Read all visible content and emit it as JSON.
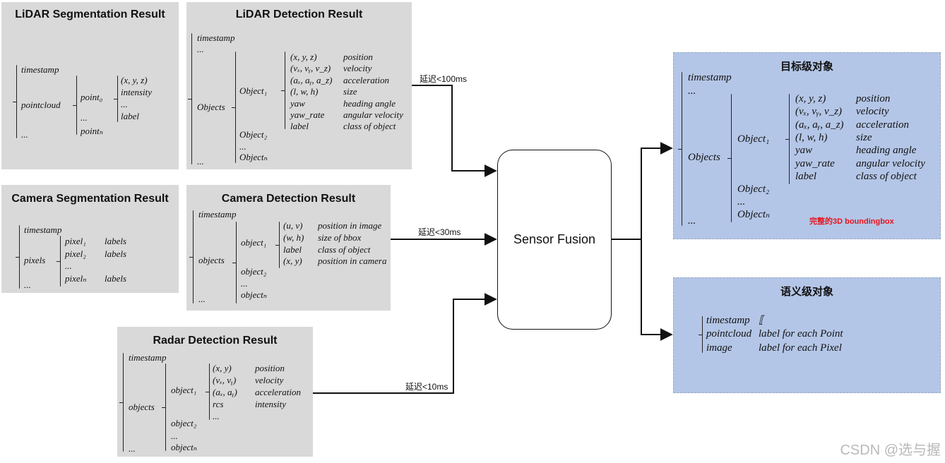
{
  "lidar_seg": {
    "title": "LiDAR Segmentation Result",
    "timestamp": "timestamp",
    "pointcloud": "pointcloud",
    "point0": "point₀",
    "dots1": "...",
    "pointn": "pointₙ",
    "xyz": "(x, y, z)",
    "intensity": "intensity",
    "dots2": "...",
    "label": "label",
    "end": "..."
  },
  "lidar_det": {
    "title": "LiDAR Detection Result",
    "timestamp": "timestamp",
    "dots_top": "...",
    "objects": "Objects",
    "dots_end": "...",
    "object1": "Object₁",
    "object2": "Object₂",
    "dots_mid": "...",
    "objectn": "Objectₙ",
    "attrs": [
      {
        "k": "(x, y, z)",
        "v": "position"
      },
      {
        "k": "(vₓ, vᵧ, v_z)",
        "v": "velocity"
      },
      {
        "k": "(aₓ, aᵧ, a_z)",
        "v": "acceleration"
      },
      {
        "k": "(l, w, h)",
        "v": "size"
      },
      {
        "k": "yaw",
        "v": "heading angle"
      },
      {
        "k": "yaw_rate",
        "v": "angular velocity"
      },
      {
        "k": "label",
        "v": "class of object"
      }
    ]
  },
  "camera_seg": {
    "title": "Camera Segmentation Result",
    "timestamp": "timestamp",
    "pixels": "pixels",
    "end": "...",
    "rows": [
      {
        "k": "pixel₁",
        "v": "labels"
      },
      {
        "k": "pixel₂",
        "v": "labels"
      },
      {
        "k": "...",
        "v": ""
      },
      {
        "k": "pixelₙ",
        "v": "labels"
      }
    ]
  },
  "camera_det": {
    "title": "Camera Detection Result",
    "timestamp": "timestamp",
    "objects": "objects",
    "end": "...",
    "object1": "object₁",
    "object2": "object₂",
    "dots_mid": "...",
    "objectn": "objectₙ",
    "attrs": [
      {
        "k": "(u, v)",
        "v": "position in image"
      },
      {
        "k": "(w, h)",
        "v": "size of bbox"
      },
      {
        "k": "label",
        "v": "class of object"
      },
      {
        "k": "(x, y)",
        "v": "position in camera"
      }
    ]
  },
  "radar_det": {
    "title": "Radar Detection Result",
    "timestamp": "timestamp",
    "objects": "objects",
    "end": "...",
    "object1": "object₁",
    "object2": "object₂",
    "dots_mid": "...",
    "objectn": "objectₙ",
    "attrs": [
      {
        "k": "(x, y)",
        "v": "position"
      },
      {
        "k": "(vₓ, vᵧ)",
        "v": "velocity"
      },
      {
        "k": "(aₓ, aᵧ)",
        "v": "acceleration"
      },
      {
        "k": "rcs",
        "v": "intensity"
      },
      {
        "k": "...",
        "v": ""
      }
    ]
  },
  "latency": {
    "lidar": "延迟<100ms",
    "camera": "延迟<30ms",
    "radar": "延迟<10ms"
  },
  "fusion_label": "Sensor Fusion",
  "target_obj": {
    "title": "目标级对象",
    "timestamp": "timestamp",
    "dots_top": "...",
    "objects": "Objects",
    "dots_end": "...",
    "object1": "Object₁",
    "object2": "Object₂",
    "dots_mid": "...",
    "objectn": "Objectₙ",
    "note": "完整的3D boundingbox",
    "attrs": [
      {
        "k": "(x, y, z)",
        "v": "position"
      },
      {
        "k": "(vₓ, vᵧ, v_z)",
        "v": "velocity"
      },
      {
        "k": "(aₓ, aᵧ, a_z)",
        "v": "acceleration"
      },
      {
        "k": "(l, w, h)",
        "v": "size"
      },
      {
        "k": "yaw",
        "v": "heading angle"
      },
      {
        "k": "yaw_rate",
        "v": "angular velocity"
      },
      {
        "k": "label",
        "v": "class of object"
      }
    ]
  },
  "semantic_obj": {
    "title": "语义级对象",
    "rows": [
      {
        "k": "timestamp",
        "v": "⟦"
      },
      {
        "k": "pointcloud",
        "v": "label for each Point"
      },
      {
        "k": "image",
        "v": "label for each Pixel"
      }
    ]
  },
  "watermark": "CSDN @选与握"
}
